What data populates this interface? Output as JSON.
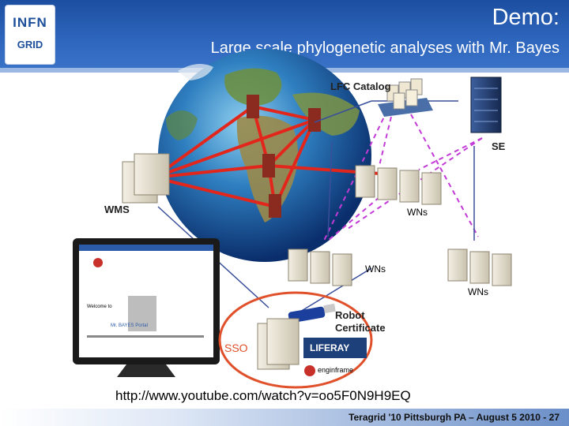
{
  "header": {
    "logo_top": "INFN",
    "logo_bottom": "GRID",
    "title": "Demo:",
    "subtitle": "Large scale phylogenetic analyses with Mr. Bayes"
  },
  "diagram": {
    "lfc_catalog": "LFC Catalog",
    "se": "SE",
    "wms": "WMS",
    "wns_1": "WNs",
    "wns_2": "WNs",
    "wns_3": "WNs",
    "robot_certificate": "Robot Certificate",
    "sso": "SSO",
    "liferay": "LIFERAY",
    "enginframe": "enginframe",
    "portal_welcome": "Welcome to",
    "portal_name": "Mr. BAYES Portal"
  },
  "url": "http://www.youtube.com/watch?v=oo5F0N9H9EQ",
  "footer": "Teragrid '10 Pittsburgh PA – August 5 2010 - 27",
  "colors": {
    "header_blue": "#2e66bd",
    "link_red": "#e3261c",
    "dashed_magenta": "#c23bd6",
    "sso_ring": "#e0502a"
  }
}
